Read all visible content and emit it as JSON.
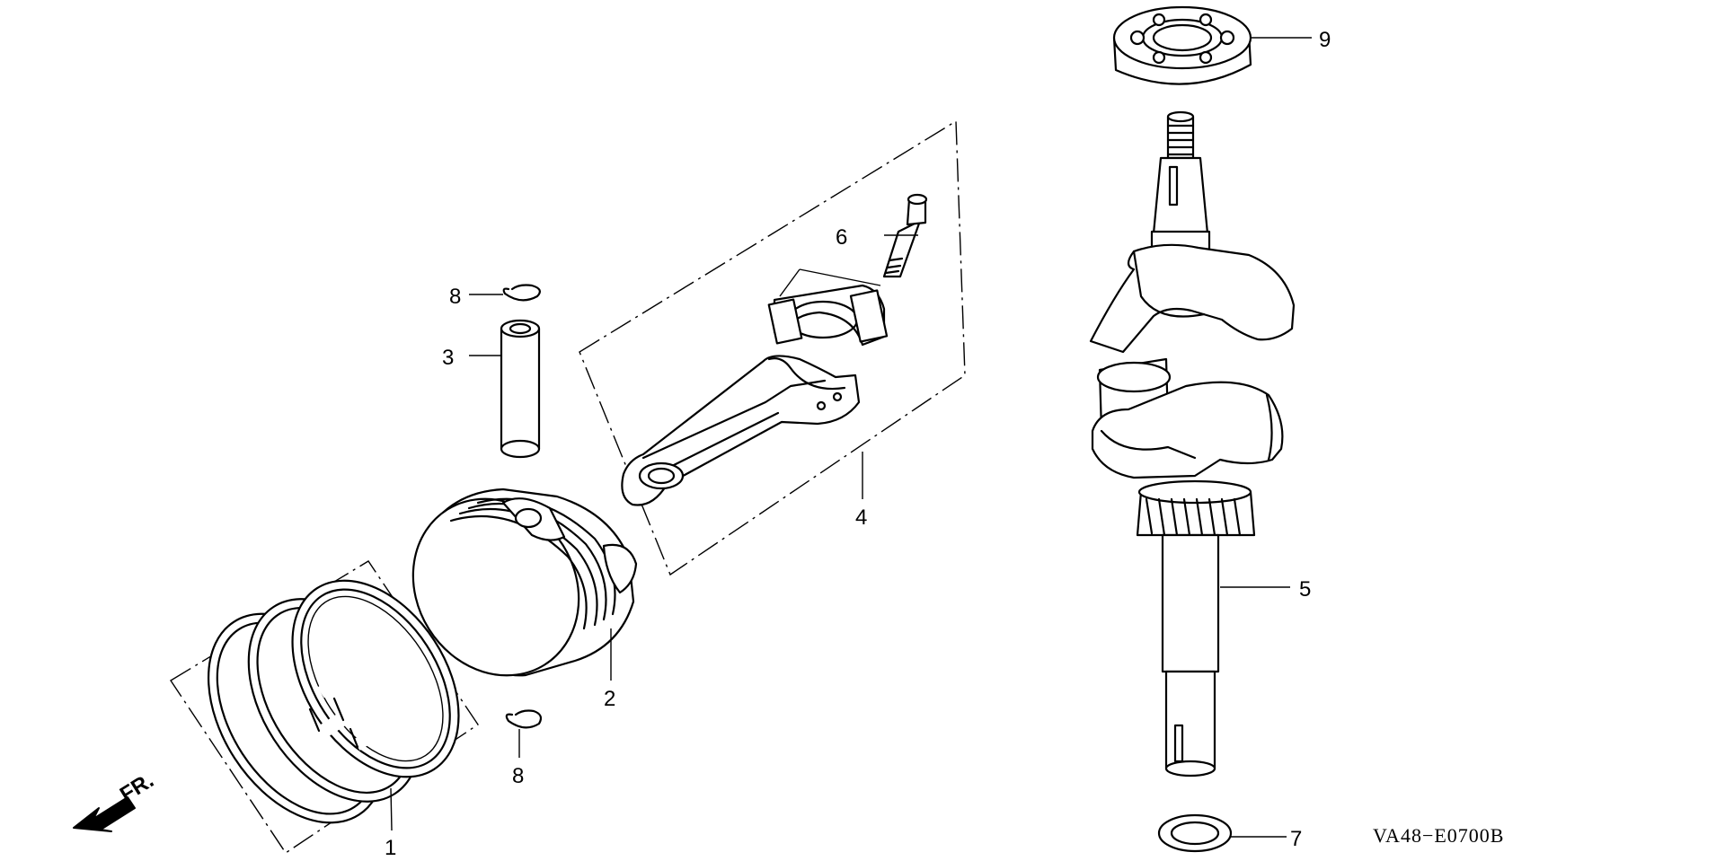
{
  "diagram": {
    "code": "VA48−E0700B",
    "front_indicator": "FR.",
    "callouts": [
      "1",
      "2",
      "3",
      "4",
      "5",
      "6",
      "7",
      "8",
      "8",
      "9"
    ]
  }
}
